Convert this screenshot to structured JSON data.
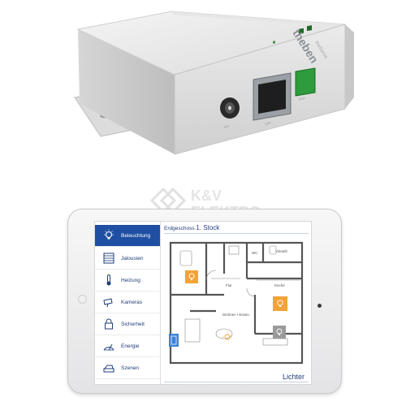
{
  "device": {
    "brand": "theben",
    "model_text": "theServa",
    "port_labels": [
      "24V",
      "LAN",
      "KNX"
    ]
  },
  "watermark": {
    "line1": "K&V",
    "line2": "ELEKTRO"
  },
  "app": {
    "floor_prefix": "Erdgeschoss",
    "floor_name": "1. Stock",
    "bottom_label": "Lichter",
    "nav": [
      {
        "label": "Beleuchtung",
        "icon": "lightbulb-icon",
        "active": true
      },
      {
        "label": "Jalousien",
        "icon": "blinds-icon",
        "active": false
      },
      {
        "label": "Heizung",
        "icon": "thermometer-icon",
        "active": false
      },
      {
        "label": "Kameras",
        "icon": "camera-icon",
        "active": false
      },
      {
        "label": "Sicherheit",
        "icon": "lock-icon",
        "active": false
      },
      {
        "label": "Energie",
        "icon": "energy-icon",
        "active": false
      },
      {
        "label": "Szenen",
        "icon": "scenes-icon",
        "active": false
      }
    ],
    "rooms": {
      "flur": "Flur",
      "kuche": "Küche",
      "wohnen": "Wohnen / Essen",
      "wc": "WC",
      "abstell": "Abstell."
    },
    "colors": {
      "accent": "#1f4fa3",
      "light_on": "#f2a33a",
      "light_off": "#9a9a9a",
      "blind": "#3d82d6"
    }
  }
}
